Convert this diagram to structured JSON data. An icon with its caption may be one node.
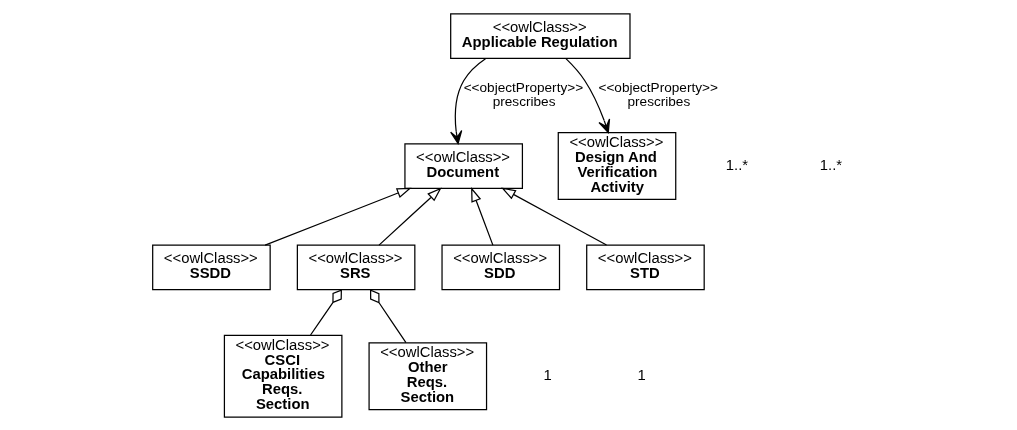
{
  "diagram": {
    "nodes": [
      {
        "text": [
          "<<owlClass>>",
          "Applicable Regulation"
        ]
      },
      {
        "text": [
          "<<owlClass>>",
          "Document"
        ]
      },
      {
        "text": [
          "<<owlClass>>",
          "Design And Verification Activity"
        ]
      },
      {
        "text": [
          "<<owlClass>>",
          "SSDD"
        ]
      },
      {
        "text": [
          "<<owlClass>>",
          "SRS"
        ]
      },
      {
        "text": [
          "<<owlClass>>",
          "SDD"
        ]
      },
      {
        "text": [
          "<<owlClass>>",
          "STD"
        ]
      },
      {
        "text": [
          "<<owlClass>>",
          "CSCI Capabilities Reqs. Section"
        ]
      },
      {
        "text": [
          "<<owlClass>>",
          "Other Reqs. Section"
        ]
      }
    ],
    "edges": [
      {
        "from": 0,
        "to": 1,
        "arrow": "to",
        "label": "<<objectProperty>> prescribes"
      },
      {
        "from": 0,
        "to": 2,
        "arrow": "to",
        "label": "<<objectProperty>> prescribes"
      },
      {
        "from": 3,
        "to": 1,
        "arrow": "to"
      },
      {
        "from": 4,
        "to": 1,
        "arrow": "to"
      },
      {
        "from": 5,
        "to": 1,
        "arrow": "to"
      },
      {
        "from": 6,
        "to": 1,
        "arrow": "to"
      },
      {
        "from": 7,
        "to": 4,
        "arrow": "other"
      },
      {
        "from": 8,
        "to": 4,
        "arrow": "other"
      }
    ],
    "labels": [
      "1..*",
      "1..*",
      "1",
      "1"
    ]
  }
}
